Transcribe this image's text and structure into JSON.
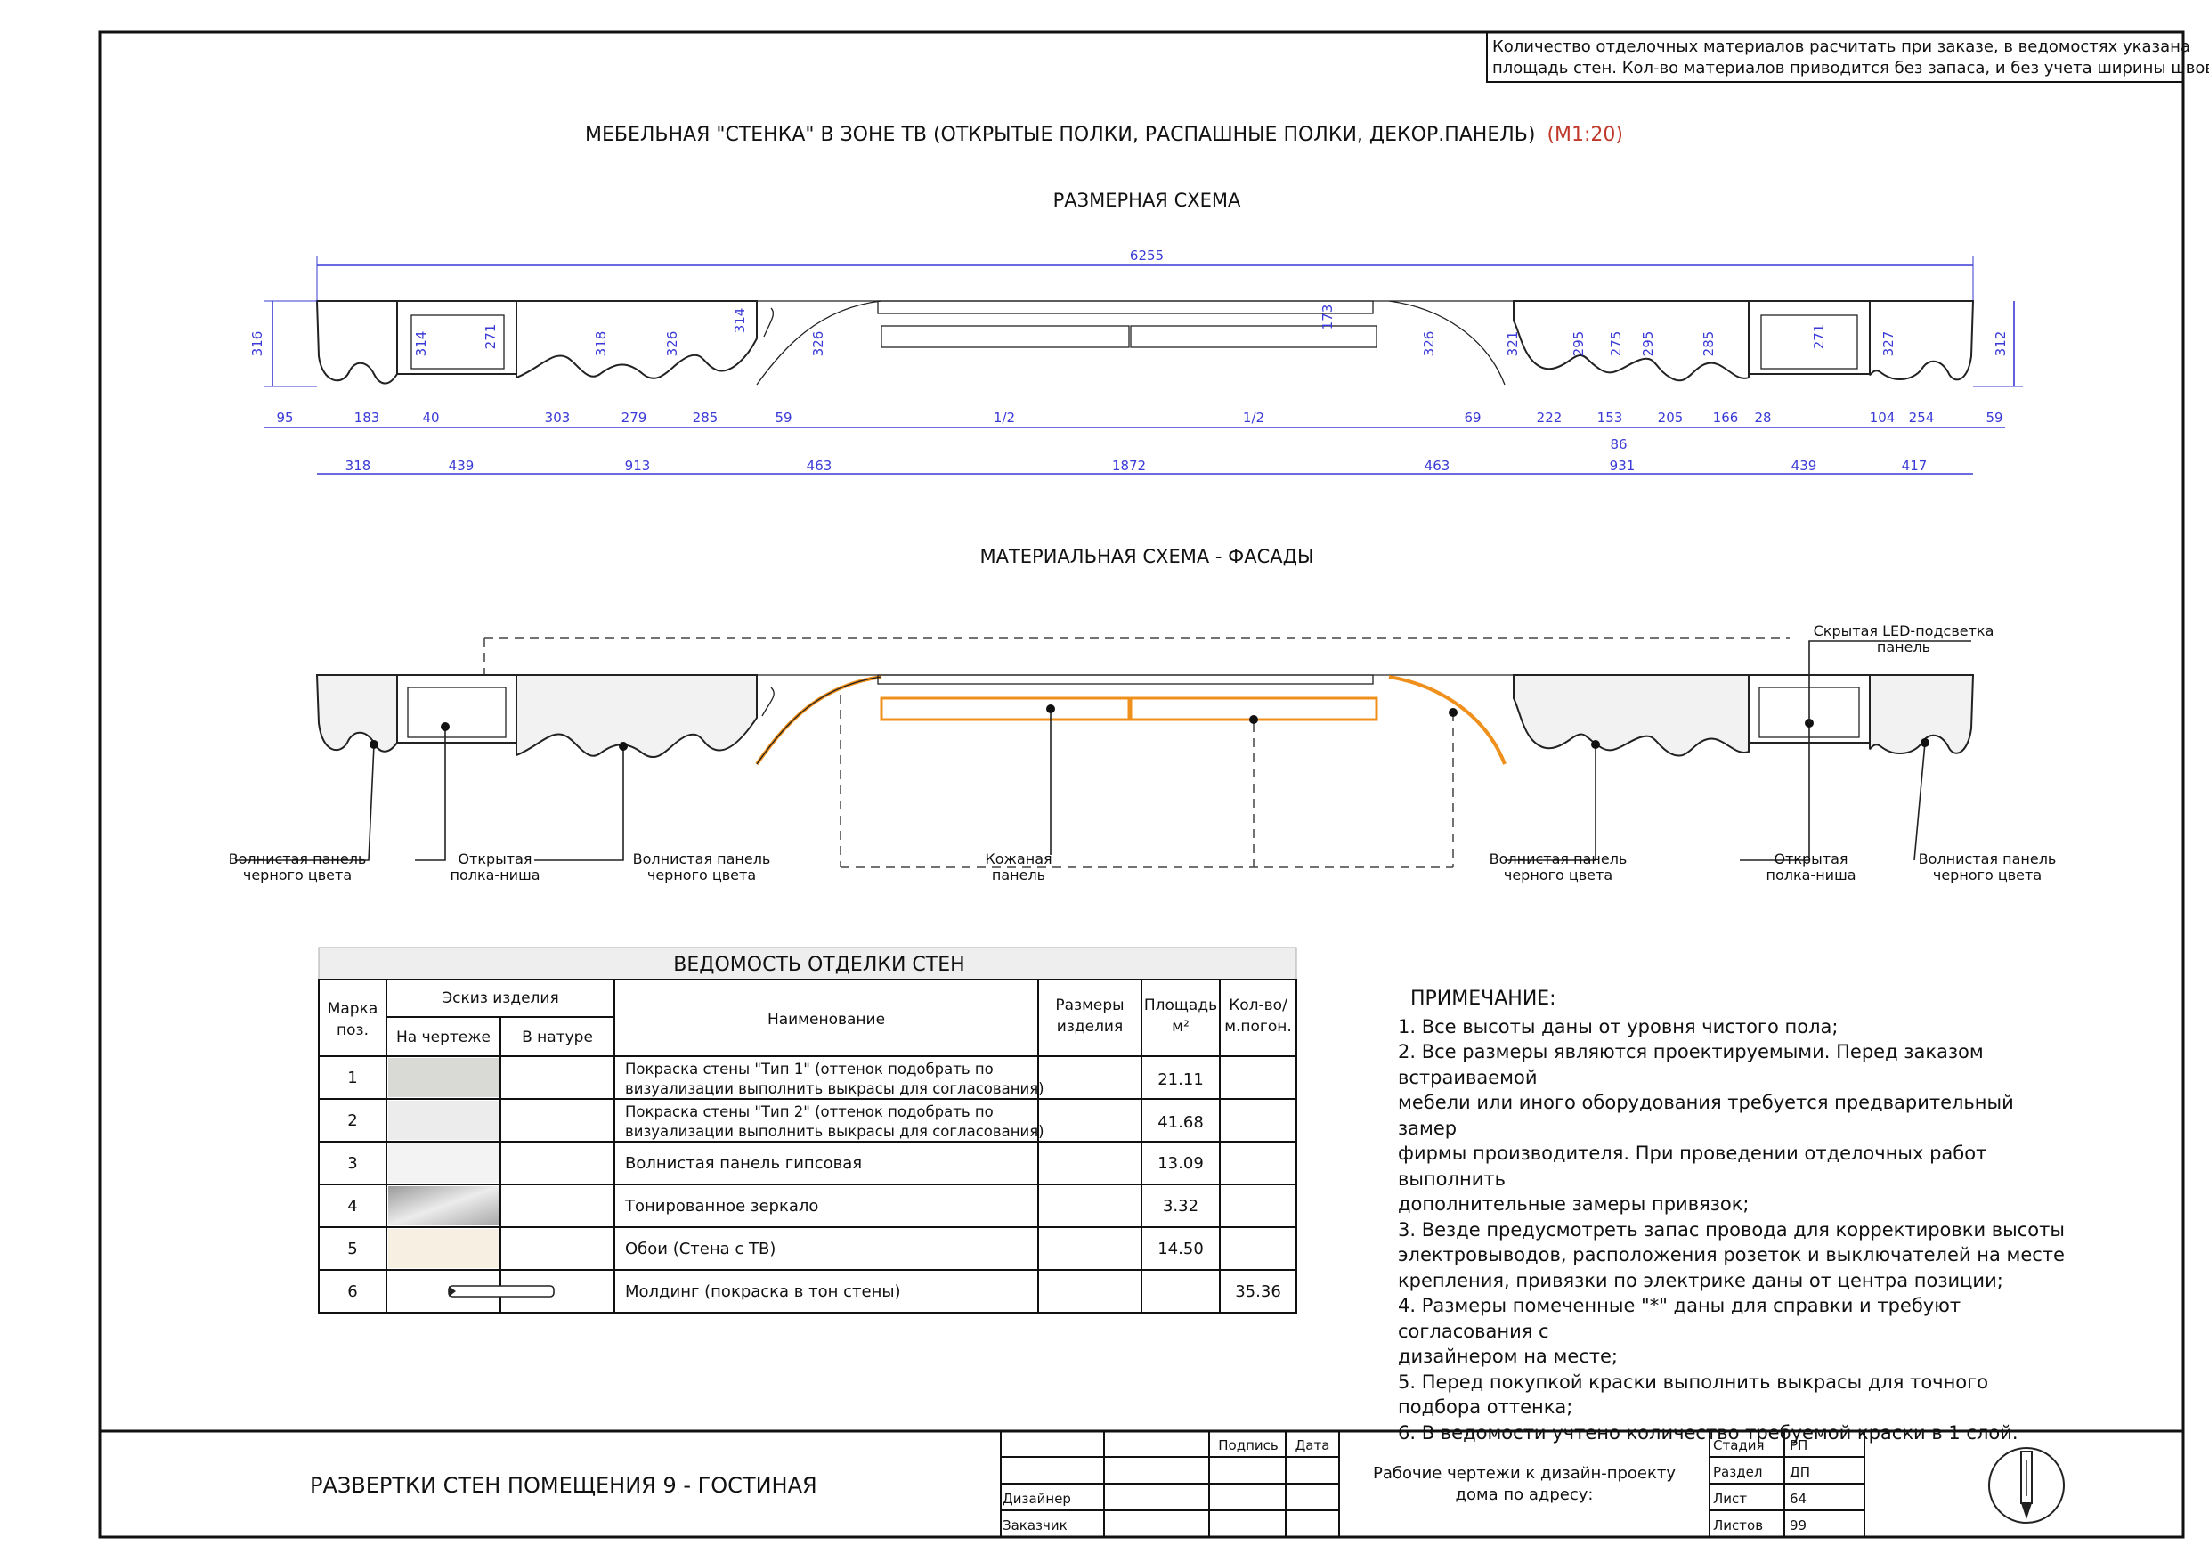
{
  "top_note": {
    "line1": "Количество отделочных материалов расчитать при заказе, в ведомостях указана",
    "line2": "площадь стен. Кол-во материалов приводится без запаса, и без учета ширины швов."
  },
  "title": {
    "text": "МЕБЕЛЬНАЯ \"СТЕНКА\" В ЗОНЕ ТВ (ОТКРЫТЫЕ ПОЛКИ, РАСПАШНЫЕ ПОЛКИ, ДЕКОР.ПАНЕЛЬ)",
    "scale": "(М1:20)",
    "scale_color": "#c0392b"
  },
  "dimension_scheme": {
    "title": "РАЗМЕРНАЯ СХЕМА",
    "overall": "6255",
    "heights": [
      "316",
      "314",
      "271",
      "318",
      "326",
      "314",
      "326",
      "173",
      "326",
      "321",
      "295",
      "275",
      "295",
      "285",
      "271",
      "327",
      "312"
    ],
    "row1": [
      "95",
      "183",
      "40",
      "303",
      "279",
      "285",
      "59",
      "1/2",
      "1/2",
      "69",
      "222",
      "153",
      "205",
      "166",
      "28",
      "104",
      "254",
      "59"
    ],
    "row1_extra": "86",
    "row2": [
      "318",
      "439",
      "913",
      "463",
      "1872",
      "463",
      "931",
      "439",
      "417"
    ],
    "line_color": "#3a3ad6"
  },
  "material_scheme": {
    "title": "МАТЕРИАЛЬНАЯ СХЕМА - ФАСАДЫ",
    "led_label": [
      "Скрытая LED-подсветка",
      "панель"
    ],
    "labels": [
      [
        "Волнистая панель",
        "черного цвета"
      ],
      [
        "Открытая",
        "полка-ниша"
      ],
      [
        "Волнистая панель",
        "черного цвета"
      ],
      [
        "Кожаная",
        "панель"
      ],
      [
        "Волнистая панель",
        "черного цвета"
      ],
      [
        "Открытая",
        "полка-ниша"
      ],
      [
        "Волнистая панель",
        "черного цвета"
      ]
    ],
    "accent_color": "#f0901c"
  },
  "table": {
    "title": "ВЕДОМОСТЬ ОТДЕЛКИ СТЕН",
    "headers": {
      "mark": [
        "Марка",
        "поз."
      ],
      "sketch": "Эскиз изделия",
      "on_drawing": "На чертеже",
      "in_nature": "В натуре",
      "name": "Наименование",
      "size": [
        "Размеры",
        "изделия"
      ],
      "area": [
        "Площадь",
        "м²"
      ],
      "qty": [
        "Кол-во/",
        "м.погон."
      ]
    },
    "rows": [
      {
        "mark": "1",
        "name1": "Покраска стены \"Тип 1\" (оттенок подобрать по",
        "name2": "визуализации выполнить выкрасы для согласования)",
        "area": "21.11",
        "qty": "",
        "swatch": "#d9d9d6"
      },
      {
        "mark": "2",
        "name1": "Покраска стены \"Тип 2\" (оттенок подобрать по",
        "name2": "визуализации выполнить выкрасы для согласования)",
        "area": "41.68",
        "qty": "",
        "swatch": "#ececec"
      },
      {
        "mark": "3",
        "name1": "Волнистая панель гипсовая",
        "name2": "",
        "area": "13.09",
        "qty": "",
        "swatch": "#f3f3f3"
      },
      {
        "mark": "4",
        "name1": "Тонированное зеркало",
        "name2": "",
        "area": "3.32",
        "qty": "",
        "swatch": "#bfbfbf"
      },
      {
        "mark": "5",
        "name1": "Обои  (Стена с ТВ)",
        "name2": "",
        "area": "14.50",
        "qty": "",
        "swatch": "#f7efe2"
      },
      {
        "mark": "6",
        "name1": "Молдинг (покраска в тон стены)",
        "name2": "",
        "area": "",
        "qty": "35.36",
        "swatch": ""
      }
    ]
  },
  "notes": {
    "heading": "ПРИМЕЧАНИЕ:",
    "lines": [
      "1. Все высоты даны от уровня чистого пола;",
      "2. Все размеры являются проектируемыми. Перед заказом встраиваемой",
      "мебели или иного оборудования требуется предварительный замер",
      "фирмы производителя.  При проведении отделочных работ выполнить",
      "дополнительные замеры привязок;",
      "3. Везде предусмотреть запас провода для корректировки высоты",
      "электровыводов, расположения розеток и выключателей на месте",
      "крепления, привязки по электрике даны от центра позиции;",
      "4. Размеры помеченные \"*\" даны для справки и требуют согласования с",
      "дизайнером на месте;",
      "5. Перед покупкой краски выполнить выкрасы для точного подбора оттенка;",
      "6. В ведомости учтено количество требуемой краски в 1 слой."
    ]
  },
  "title_block": {
    "sheet_title": "РАЗВЕРТКИ СТЕН ПОМЕЩЕНИЯ 9 - ГОСТИНАЯ",
    "podpis": "Подпись",
    "data": "Дата",
    "designer": "Дизайнер",
    "customer": "Заказчик",
    "project1": "Рабочие чертежи к дизайн-проекту",
    "project2": "дома по адресу:",
    "stage_label": "Стадия",
    "stage": "РП",
    "section_label": "Раздел",
    "section": "ДП",
    "sheet_label": "Лист",
    "sheet": "64",
    "sheets_label": "Листов",
    "sheets": "99"
  }
}
